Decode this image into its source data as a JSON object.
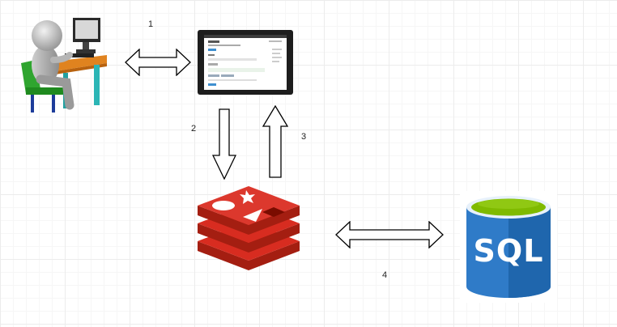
{
  "edges": [
    {
      "label": "1"
    },
    {
      "label": "2"
    },
    {
      "label": "3"
    },
    {
      "label": "4"
    }
  ],
  "nodes": {
    "user": {
      "icon": "person-at-computer-icon"
    },
    "web_app": {
      "icon": "laptop-browser-icon"
    },
    "cache": {
      "icon": "redis-icon"
    },
    "database": {
      "icon": "sql-database-icon",
      "text": "SQL"
    }
  },
  "colors": {
    "redis_red": "#c6302b",
    "redis_dark": "#a41e11",
    "sql_blue": "#2f7bc8",
    "sql_top": "#7fba00"
  }
}
